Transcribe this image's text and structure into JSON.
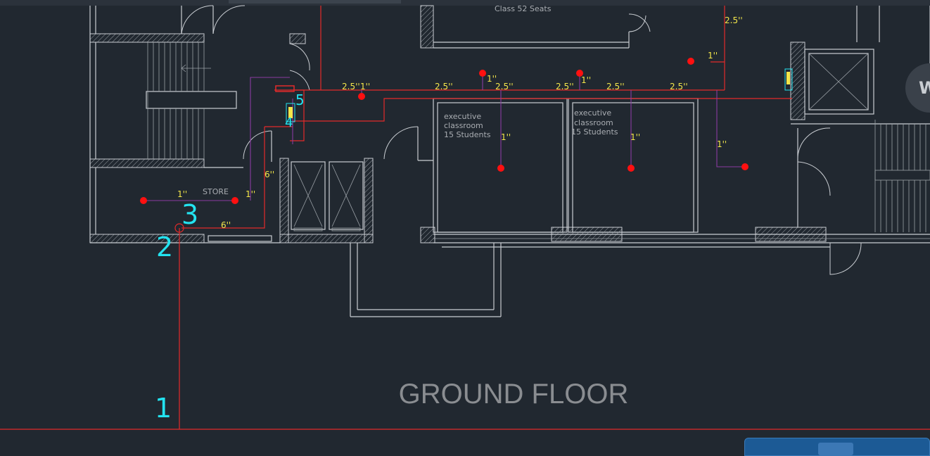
{
  "drawing": {
    "title": "GROUND FLOOR",
    "rooms": {
      "store": "STORE",
      "top_class": "Class 52 Seats",
      "exec1": [
        "executive",
        "classroom",
        "15 Students"
      ],
      "exec2": [
        "executive",
        "classroom",
        "15 Students"
      ]
    },
    "sizes": {
      "main_25": "2.5''",
      "one": "1''",
      "six": "6''",
      "riser_25": "2.5''"
    },
    "tags": {
      "t1": "1",
      "t2": "2",
      "t3": "3",
      "t4": "4",
      "t5": "5"
    },
    "edge_letter": "W"
  },
  "colors": {
    "background": "#212830",
    "pipe": "#e32a2a",
    "branch": "#8a3aa0",
    "dimension_text": "#f3e64a",
    "tag_text": "#23e3f0",
    "wall": "#c9cdd2"
  }
}
